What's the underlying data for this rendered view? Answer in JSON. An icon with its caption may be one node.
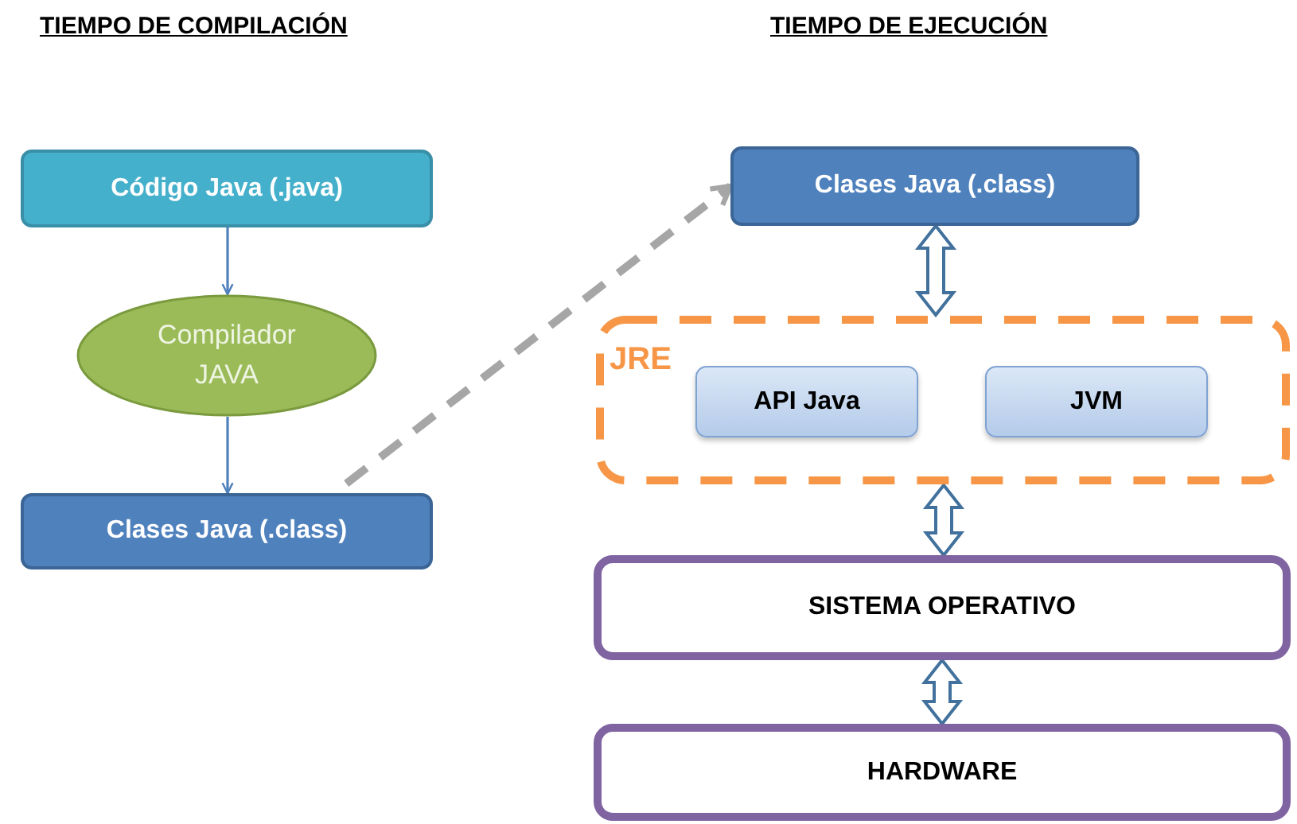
{
  "diagram": {
    "nodes": [
      {
        "text": [
          "Código Java (.java)"
        ]
      },
      {
        "text": [
          "Compilador JAVA"
        ]
      },
      {
        "text": [
          "Clases Java (.class)"
        ]
      },
      {
        "text": [
          "Clases Java (.class)"
        ]
      },
      {
        "text": [
          "JRE"
        ]
      },
      {
        "text": [
          "API Java"
        ],
        "in": 4
      },
      {
        "text": [
          "JVM"
        ],
        "in": 4
      },
      {
        "text": [
          "SISTEMA OPERATIVO"
        ]
      },
      {
        "text": [
          "HARDWARE"
        ]
      }
    ],
    "edges": [
      {
        "from": 0,
        "to": 1,
        "arrow": "to"
      },
      {
        "from": 1,
        "to": 2,
        "arrow": "to"
      },
      {
        "from": 2,
        "to": 3,
        "arrow": "to",
        "style": "dashed",
        "color": "#a6a6a6"
      },
      {
        "from": 3,
        "to": 4,
        "arrow": "both",
        "style": "thick",
        "color": "#41719c"
      },
      {
        "from": 4,
        "to": 7,
        "arrow": "both",
        "style": "thick",
        "color": "#41719c"
      },
      {
        "from": 7,
        "to": 8,
        "arrow": "both",
        "style": "thick",
        "color": "#41719c"
      }
    ],
    "labels": [
      "TIEMPO DE COMPILACIÓN",
      "TIEMPO DE EJECUCIÓN"
    ]
  }
}
